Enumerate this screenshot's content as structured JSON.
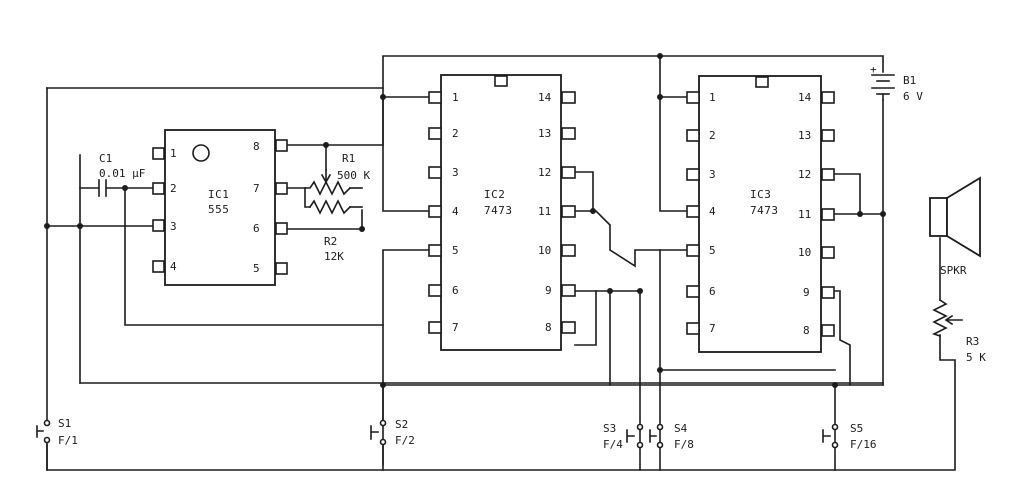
{
  "ic1": {
    "name": "IC1",
    "type": "555",
    "pins_left": [
      "1",
      "2",
      "3",
      "4"
    ],
    "pins_right": [
      "8",
      "7",
      "6",
      "5"
    ]
  },
  "ic2": {
    "name": "IC2",
    "type": "7473",
    "pins_left": [
      "1",
      "2",
      "3",
      "4",
      "5",
      "6",
      "7"
    ],
    "pins_right": [
      "14",
      "13",
      "12",
      "11",
      "10",
      "9",
      "8"
    ]
  },
  "ic3": {
    "name": "IC3",
    "type": "7473",
    "pins_left": [
      "1",
      "2",
      "3",
      "4",
      "5",
      "6",
      "7"
    ],
    "pins_right": [
      "14",
      "13",
      "12",
      "11",
      "10",
      "9",
      "8"
    ]
  },
  "c1": {
    "name": "C1",
    "value": "0.01 µF"
  },
  "r1": {
    "name": "R1",
    "value": "500 K"
  },
  "r2": {
    "name": "R2",
    "value": "12K"
  },
  "r3": {
    "name": "R3",
    "value": "5 K"
  },
  "b1": {
    "name": "B1",
    "value": "6 V"
  },
  "speaker": {
    "name": "SPKR"
  },
  "switches": [
    {
      "name": "S1",
      "value": "F/1"
    },
    {
      "name": "S2",
      "value": "F/2"
    },
    {
      "name": "S3",
      "value": "F/4"
    },
    {
      "name": "S4",
      "value": "F/8"
    },
    {
      "name": "S5",
      "value": "F/16"
    }
  ]
}
